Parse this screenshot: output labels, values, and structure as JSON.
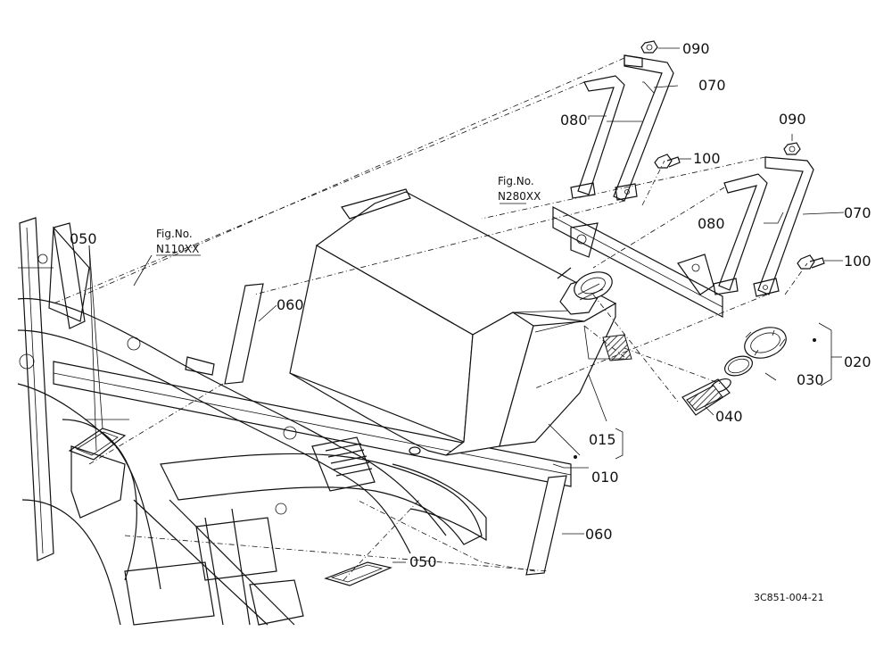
{
  "figure_refs": [
    {
      "line1": "Fig.No.",
      "line2": "N110XX"
    },
    {
      "line1": "Fig.No.",
      "line2": "N280XX"
    }
  ],
  "parts": {
    "p090a": "090",
    "p070a": "070",
    "p080a": "080",
    "p100a": "100",
    "p090b": "090",
    "p080b": "080",
    "p070b": "070",
    "p100b": "100",
    "p050a": "050",
    "p060a": "060",
    "p020": "020",
    "p030": "030",
    "p040": "040",
    "p015": "015",
    "p010": "010",
    "p060b": "060",
    "p050b": "050"
  },
  "drawing_code": "3C851-004-21"
}
